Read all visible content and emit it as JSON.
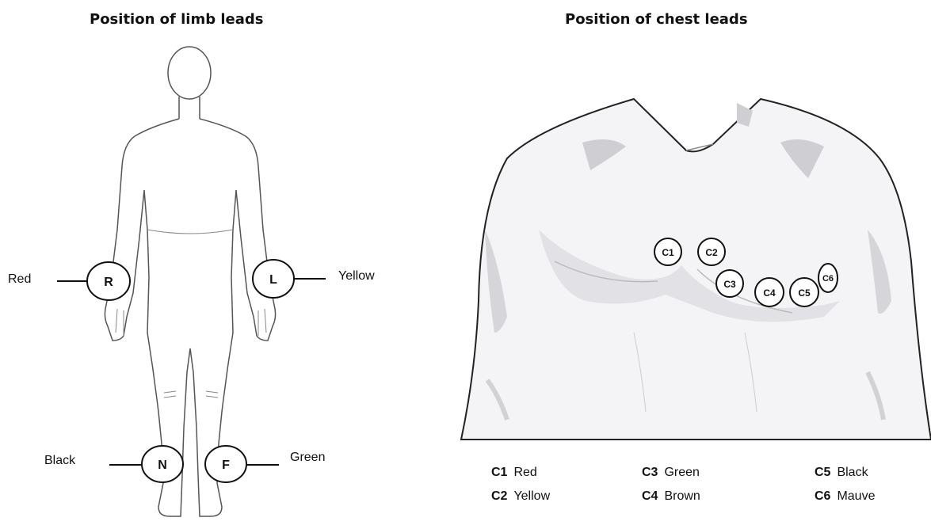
{
  "limb_section": {
    "title": "Position of limb leads",
    "leads": [
      {
        "code": "R",
        "color": "Red"
      },
      {
        "code": "L",
        "color": "Yellow"
      },
      {
        "code": "N",
        "color": "Black"
      },
      {
        "code": "F",
        "color": "Green"
      }
    ]
  },
  "chest_section": {
    "title": "Position of chest leads",
    "electrodes": [
      "C1",
      "C2",
      "C3",
      "C4",
      "C5",
      "C6"
    ],
    "legend": [
      {
        "code": "C1",
        "color": "Red"
      },
      {
        "code": "C2",
        "color": "Yellow"
      },
      {
        "code": "C3",
        "color": "Green"
      },
      {
        "code": "C4",
        "color": "Brown"
      },
      {
        "code": "C5",
        "color": "Black"
      },
      {
        "code": "C6",
        "color": "Mauve"
      }
    ]
  }
}
